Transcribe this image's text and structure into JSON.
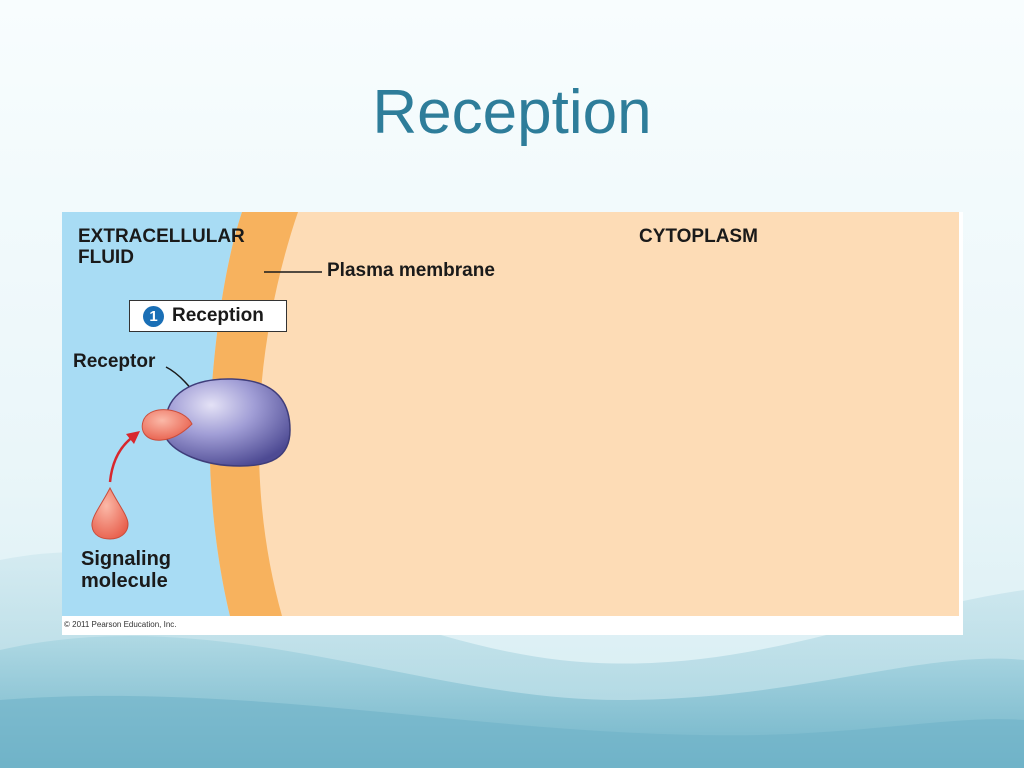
{
  "slide": {
    "title": "Reception"
  },
  "figure": {
    "labels": {
      "extracellular_fluid": "EXTRACELLULAR FLUID",
      "cytoplasm": "CYTOPLASM",
      "plasma_membrane": "Plasma membrane",
      "receptor": "Receptor",
      "signaling_molecule": "Signaling molecule"
    },
    "step": {
      "number": "1",
      "label": "Reception"
    },
    "copyright": "© 2011 Pearson Education, Inc.",
    "colors": {
      "extracellular": "#a8dcf4",
      "membrane": "#f7b25e",
      "cytoplasm": "#fddcb6",
      "receptor": "#8a86c8",
      "signal_molecule": "#ef7c68",
      "arrow": "#d8272d",
      "step_badge": "#1a6fb6",
      "title": "#2e7d9a"
    },
    "icons": {
      "receptor": "receptor-protein-icon",
      "signal": "signaling-molecule-icon",
      "arrow": "curved-arrow-icon"
    }
  }
}
